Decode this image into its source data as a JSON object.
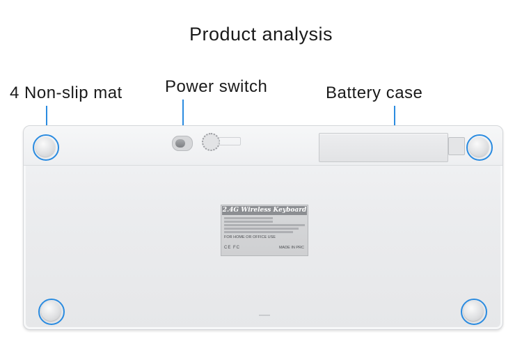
{
  "title": "Product analysis",
  "callouts": {
    "non_slip": "4 Non-slip mat",
    "power_switch": "Power switch",
    "battery_case": "Battery case"
  },
  "device_label": {
    "heading": "2.4G Wireless Keyboard",
    "use_text": "FOR HOME OR OFFICE USE",
    "marks": "CE FC",
    "made_in": "MADE IN PRC"
  },
  "colors": {
    "accent": "#2a8be0",
    "body": "#ebecee",
    "label": "#d2d3d5"
  }
}
